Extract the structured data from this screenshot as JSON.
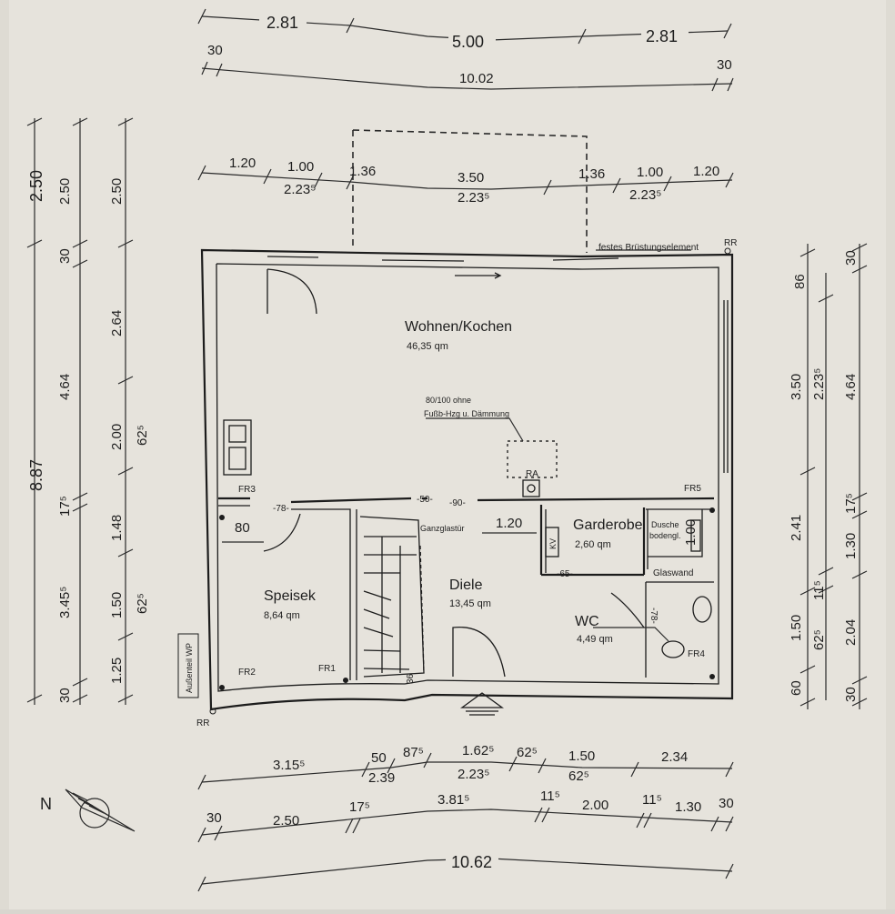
{
  "plan": {
    "rooms": [
      {
        "name": "Wohnen/Kochen",
        "area": "46,35 qm"
      },
      {
        "name": "Speisek",
        "area": "8,64 qm"
      },
      {
        "name": "Diele",
        "area": "13,45 qm"
      },
      {
        "name": "Garderobe",
        "area": "2,60 qm"
      },
      {
        "name": "WC",
        "area": "4,49 qm"
      }
    ],
    "labels": {
      "festes": "festes Brüstungselement",
      "rr_top": "RR",
      "rr_bottom": "RR",
      "fr1": "FR1",
      "fr2": "FR2",
      "fr3": "FR3",
      "fr4": "FR4",
      "fr5": "FR5",
      "ra": "RA",
      "note_line1": "80/100 ohne",
      "note_line2": "Fußb-Hzg u. Dämmung",
      "ganzglastuer": "Ganzglastür",
      "dusche_line1": "Dusche",
      "dusche_line2": "bodengl.",
      "glaswand": "Glaswand",
      "kv": "KV",
      "aussen_wp": "Außenteil WP",
      "d78a": "-78-",
      "d78b": "-78-",
      "d50": "-50-",
      "d90": "-90-",
      "d65": "-65-",
      "d80": "80",
      "d120": "1.20",
      "d100": "1.00",
      "d36": "36"
    },
    "top_dims": {
      "r1": [
        "2.81",
        "5.00",
        "2.81"
      ],
      "r2": [
        "30",
        "10.02",
        "30"
      ],
      "r3": [
        "1.20",
        "1.00",
        "1.36",
        "3.50",
        "1.36",
        "1.00",
        "1.20"
      ],
      "r3b": [
        "2.23⁵",
        "2.23⁵",
        "2.23⁵"
      ]
    },
    "left_dims": {
      "c1": [
        "2.50",
        "8.87"
      ],
      "c2": [
        "2.50",
        "30",
        "4.64",
        "17⁵",
        "3.45⁵",
        "30"
      ],
      "c3": [
        "2.50",
        "2.64",
        "2.00",
        "62⁵",
        "1.48",
        "1.50",
        "62⁵",
        "1.25"
      ]
    },
    "right_dims": {
      "c1": [
        "3.50",
        "2.41",
        "1.50",
        "60"
      ],
      "c2": [
        "86",
        "2.23⁵",
        "11⁵",
        "62⁵"
      ],
      "c3": [
        "30",
        "4.64",
        "17⁵",
        "1.30",
        "2.04",
        "30"
      ]
    },
    "bottom_dims": {
      "r1": [
        "3.15⁵",
        "50",
        "87⁵",
        "1.62⁵",
        "62⁵",
        "1.50",
        "2.34"
      ],
      "r1b": [
        "2.39",
        "2.23⁵",
        "62⁵"
      ],
      "r2": [
        "30",
        "2.50",
        "17⁵",
        "3.81⁵",
        "11⁵",
        "2.00",
        "11⁵",
        "1.30",
        "30"
      ],
      "r3": [
        "10.62"
      ]
    },
    "north": "N"
  }
}
